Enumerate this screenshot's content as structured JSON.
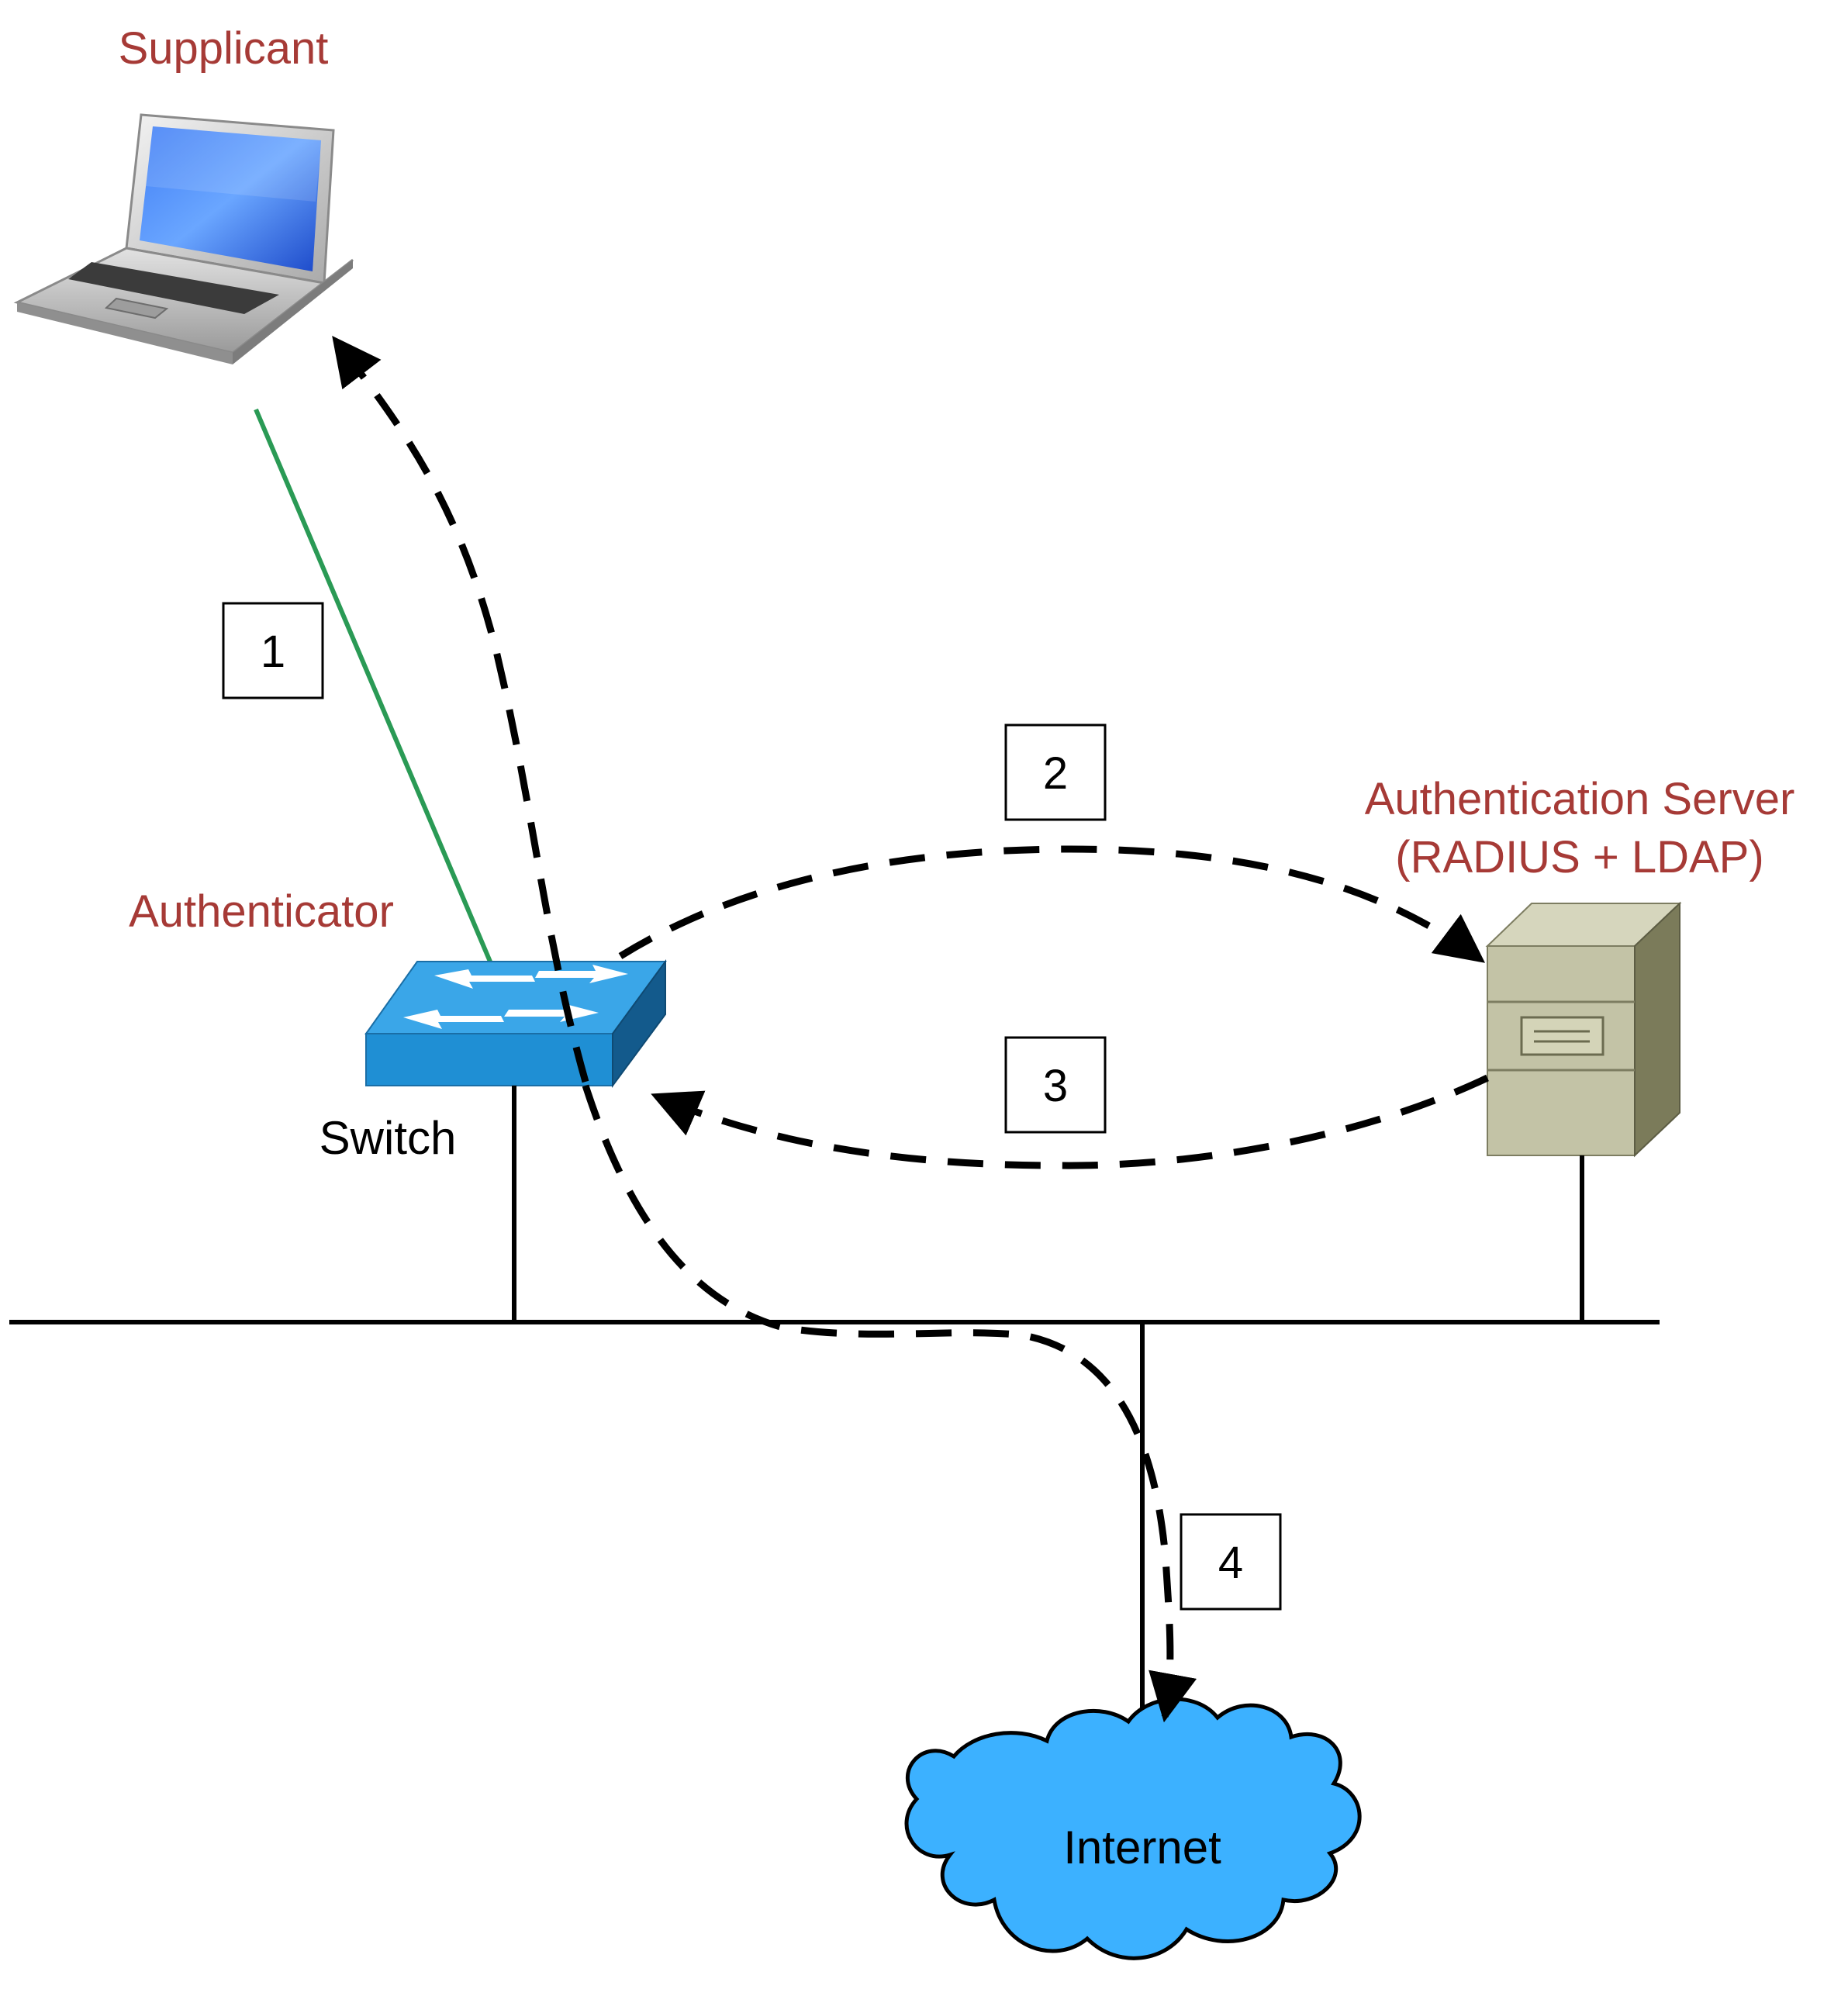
{
  "nodes": {
    "supplicant": {
      "label": "Supplicant",
      "icon": "laptop-icon"
    },
    "authenticator": {
      "label": "Authenticator",
      "device_label": "Switch",
      "icon": "network-switch-icon"
    },
    "auth_server": {
      "label_line1": "Authentication Server",
      "label_line2": "(RADIUS + LDAP)",
      "icon": "server-tower-icon"
    },
    "internet": {
      "label": "Internet",
      "icon": "cloud-icon"
    }
  },
  "steps": [
    "1",
    "2",
    "3",
    "4"
  ],
  "colors": {
    "node_label": "#a63a36",
    "supplicant_link": "#2a9a55",
    "switch_blue": "#1f8fd4",
    "server_beige": "#c3c3a6",
    "cloud_blue": "#3cb1ff"
  }
}
